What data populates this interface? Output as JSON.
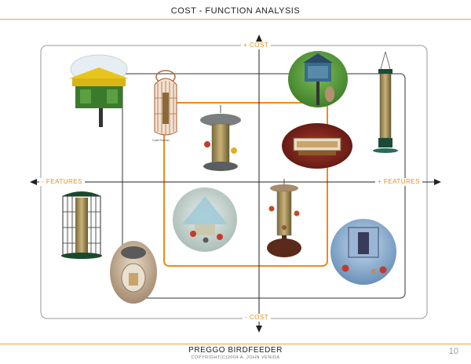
{
  "header": {
    "title": "COST - FUNCTION ANALYSIS"
  },
  "axes": {
    "cost_plus": "+ COST",
    "cost_minus": "- COST",
    "features_minus": "- FEATURES",
    "features_plus": "+ FEATURES"
  },
  "feeders": {
    "feeder_3_caption": "Cold Feeder"
  },
  "footer": {
    "title": "PREGGO BIRDFEEDER",
    "copyright": "COPYRIGHT(C)2004 A. JOHN VENIDA",
    "page_number": "10"
  },
  "colors": {
    "accent": "#f08a1a",
    "frame": "#9a9a9a",
    "highlight_frame": "#f08a1a",
    "axis": "#222222"
  }
}
